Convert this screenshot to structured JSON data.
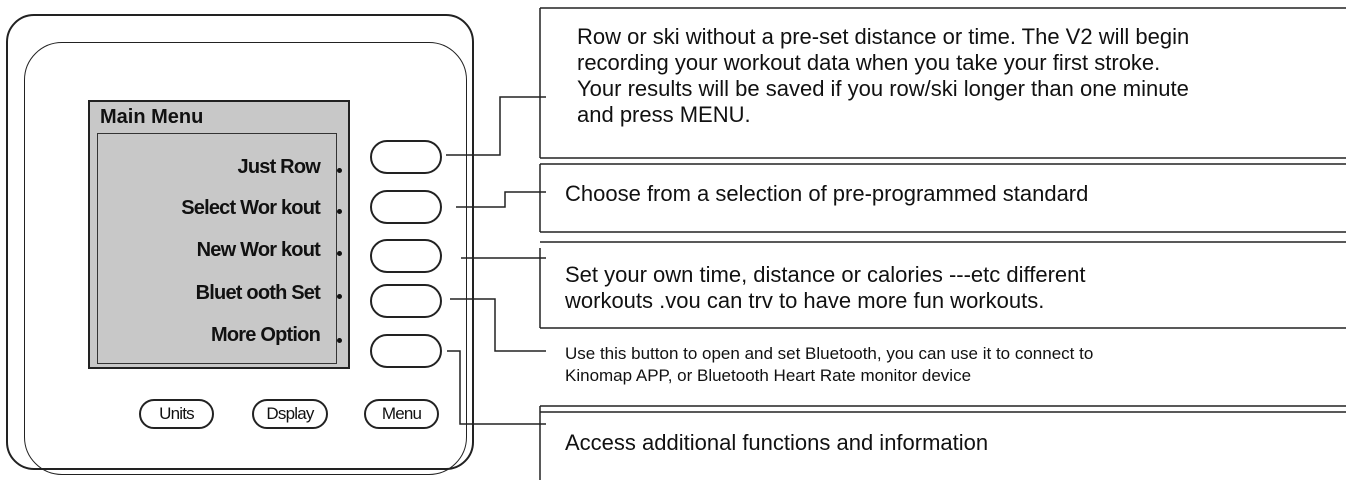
{
  "screen": {
    "title": "Main Menu",
    "items": [
      {
        "label": "Just Row"
      },
      {
        "label": "Select Wor kout"
      },
      {
        "label": "New Wor kout"
      },
      {
        "label": "Bluet ooth Set"
      },
      {
        "label": "More Option"
      }
    ]
  },
  "buttons": {
    "units": "Units",
    "display": "Dsplay",
    "menu": "Menu"
  },
  "callouts": [
    {
      "lines": [
        "Row or ski without a pre-set distance or time. The V2 will begin",
        "recording your workout data when you take your first stroke.",
        "Your results will be saved if you row/ski longer than one minute",
        "and press MENU."
      ]
    },
    {
      "lines": [
        "Choose from a selection of pre-programmed standard"
      ]
    },
    {
      "lines": [
        "Set your own time, distance or calories ---etc different",
        "workouts .vou can trv to have more fun workouts."
      ]
    },
    {
      "lines": [
        "Use this button to open and set Bluetooth, you can use it to connect   to",
        "Kinomap APP, or Bluetooth Heart Rate monitor device"
      ]
    },
    {
      "lines": [
        "Access additional functions and information"
      ]
    }
  ]
}
